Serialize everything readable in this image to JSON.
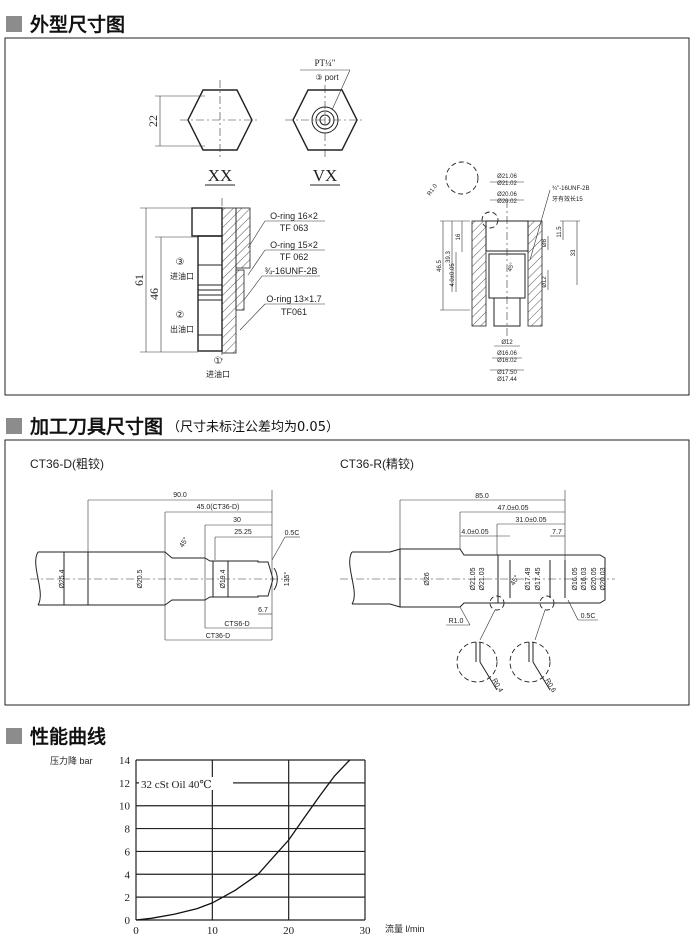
{
  "sections": {
    "outline": {
      "title": "外型尺寸图"
    },
    "tooling": {
      "title": "加工刀具尺寸图",
      "note": "（尺寸未标注公差均为0.05）"
    },
    "performance": {
      "title": "性能曲线"
    }
  },
  "outline": {
    "view_xx": "XX",
    "view_vx": "VX",
    "dim_22": "22",
    "pt_label": "PT¼\"",
    "port_label": "③ port",
    "dim_61": "61",
    "dim_46": "46",
    "port3_num": "③",
    "port3_name": "进油口",
    "port2_num": "②",
    "port2_name": "出油口",
    "port1_num": "①",
    "port1_name": "进油口",
    "oring1": "O-ring 16×2",
    "oring1_code": "TF 063",
    "oring2": "O-ring 15×2",
    "oring2_code": "TF 062",
    "thread": "¾-16UNF-2B",
    "oring3": "O-ring 13×1.7",
    "oring3_code": "TF061"
  },
  "cavity": {
    "d1a": "Ø21.06",
    "d1b": "Ø21.02",
    "d2a": "Ø20.06",
    "d2b": "Ø20.02",
    "thread": "¾\"-16UNF-2B",
    "thread_len": "牙有效长15",
    "r": "R1.0",
    "h16": "16",
    "h393": "39.3",
    "h465": "46.5",
    "h4": "4.0±0.05",
    "d8": "Ø8",
    "h115": "11.5",
    "h33": "33",
    "ang": "45°",
    "d12s": "Ø12",
    "d12": "Ø12",
    "d3a": "Ø16.06",
    "d3b": "Ø16.02",
    "d4a": "Ø17.50",
    "d4b": "Ø17.44"
  },
  "tool_d": {
    "title": "CT36-D(粗铰)",
    "l90": "90.0",
    "l45": "45.0(CT36-D)",
    "l30": "30",
    "l2525": "25.25",
    "c05": "0.5C",
    "d254": "Ø25.4",
    "d205": "Ø20.5",
    "d194": "Ø19.4",
    "a45": "45°",
    "a135": "135°",
    "l67": "6.7",
    "cts6": "CTS6-D",
    "ct36": "CT36-D"
  },
  "tool_r": {
    "title": "CT36-R(精铰)",
    "l85": "85.0",
    "l47": "47.0±0.05",
    "l31": "31.0±0.05",
    "l4": "4.0±0.05",
    "l77": "7.7",
    "d26": "Ø26",
    "d2105": "Ø21.05",
    "d2103": "Ø21.03",
    "d1749": "Ø17.49",
    "d1745": "Ø17.45",
    "a45": "45°",
    "d1605": "Ø16.05",
    "d1603": "Ø16.03",
    "d2005": "Ø20.05",
    "d2003": "Ø20.03",
    "r10": "R1.0",
    "c05": "0.5C",
    "r04": "R0.4",
    "r06": "R0.6"
  },
  "chart_data": {
    "type": "line",
    "title": "",
    "ylabel": "压力降 bar",
    "xlabel": "流量 l/min",
    "annotation": "32 cSt Oil 40℃",
    "xlim": [
      0,
      30
    ],
    "ylim": [
      0,
      14
    ],
    "xticks": [
      0,
      10,
      20,
      30
    ],
    "yticks": [
      0,
      2,
      4,
      6,
      8,
      10,
      12,
      14
    ],
    "grid": true,
    "series": [
      {
        "name": "pressure drop",
        "x": [
          0,
          2,
          5,
          8,
          10,
          13,
          16,
          18,
          20,
          22,
          24,
          26,
          28
        ],
        "y": [
          0,
          0.15,
          0.5,
          1.0,
          1.5,
          2.6,
          4.0,
          5.5,
          7.0,
          8.9,
          10.8,
          12.6,
          14.0
        ]
      }
    ]
  }
}
